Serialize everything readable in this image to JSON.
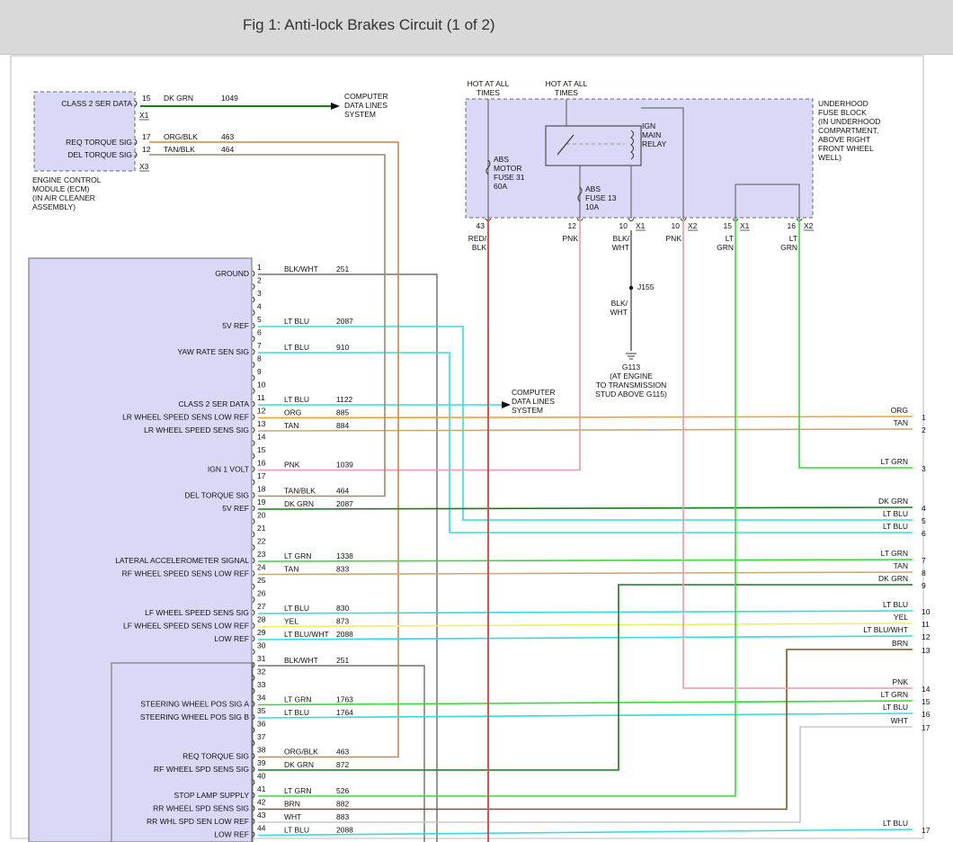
{
  "page": {
    "title": "Fig 1: Anti-lock Brakes Circuit (1 of 2)"
  },
  "colors": {
    "dk_grn": "#1a7a1a",
    "org_blk": "#c8874a",
    "tan_blk": "#a08a6a",
    "red_blk": "#d9534f",
    "pnk": "#e89aa8",
    "lt_grn": "#33dd33",
    "lt_blu": "#33dddd",
    "org": "#f5a030",
    "tan": "#c9a878",
    "yel": "#f0f060",
    "brn": "#7a5a20",
    "wht": "#c8c8c8",
    "gray": "#555555",
    "module_fill": "#d9d9f7"
  },
  "ecm": {
    "title": [
      "ENGINE CONTROL",
      "MODULE (ECM)",
      "(IN AIR CLEANER",
      "ASSEMBLY)"
    ],
    "connector_x1": "X1",
    "connector_x3": "X3",
    "pins": [
      {
        "name": "CLASS 2 SER DATA",
        "pin": "15",
        "color": "DK GRN",
        "circuit": "1049"
      },
      {
        "name": "REQ TORQUE SIG",
        "pin": "17",
        "color": "ORG/BLK",
        "circuit": "463"
      },
      {
        "name": "DEL TORQUE SIG",
        "pin": "12",
        "color": "TAN/BLK",
        "circuit": "464"
      }
    ],
    "destination": [
      "COMPUTER",
      "DATA LINES",
      "SYSTEM"
    ]
  },
  "fuse_block": {
    "label": [
      "UNDERHOOD",
      "FUSE BLOCK",
      "(IN UNDERHOOD",
      "COMPARTMENT,",
      "ABOVE RIGHT",
      "FRONT WHEEL",
      "WELL)"
    ],
    "hot1": [
      "HOT AT ALL",
      "TIMES"
    ],
    "hot2": [
      "HOT AT ALL",
      "TIMES"
    ],
    "fuse31": [
      "ABS",
      "MOTOR",
      "FUSE 31",
      "60A"
    ],
    "fuse13": [
      "ABS",
      "FUSE 13",
      "10A"
    ],
    "relay": [
      "IGN",
      "MAIN",
      "RELAY"
    ],
    "outputs": [
      {
        "pin": "43",
        "conn": "",
        "color": "RED/ BLK"
      },
      {
        "pin": "12",
        "conn": "",
        "color": "PNK"
      },
      {
        "pin": "10",
        "conn": "X1",
        "color": "BLK/ WHT"
      },
      {
        "pin": "10",
        "conn": "X2",
        "color": "PNK"
      },
      {
        "pin": "15",
        "conn": "X1",
        "color": "LT GRN"
      },
      {
        "pin": "16",
        "conn": "X2",
        "color": "LT GRN"
      }
    ]
  },
  "ground": {
    "splice": "J155",
    "wire_color": "BLK/ WHT",
    "label": [
      "G113",
      "(AT ENGINE",
      "TO TRANSMISSION",
      "STUD ABOVE G115)"
    ]
  },
  "ebcm_destination": [
    "COMPUTER",
    "DATA LINES",
    "SYSTEM"
  ],
  "ebcm_pins": [
    {
      "pin": "1",
      "name": "GROUND",
      "color": "BLK/WHT",
      "circuit": "251"
    },
    {
      "pin": "2",
      "name": "",
      "color": "",
      "circuit": ""
    },
    {
      "pin": "3",
      "name": "",
      "color": "",
      "circuit": ""
    },
    {
      "pin": "4",
      "name": "",
      "color": "",
      "circuit": ""
    },
    {
      "pin": "5",
      "name": "5V REF",
      "color": "LT BLU",
      "circuit": "2087"
    },
    {
      "pin": "6",
      "name": "",
      "color": "",
      "circuit": ""
    },
    {
      "pin": "7",
      "name": "YAW RATE SEN SIG",
      "color": "LT BLU",
      "circuit": "910"
    },
    {
      "pin": "8",
      "name": "",
      "color": "",
      "circuit": ""
    },
    {
      "pin": "9",
      "name": "",
      "color": "",
      "circuit": ""
    },
    {
      "pin": "10",
      "name": "",
      "color": "",
      "circuit": ""
    },
    {
      "pin": "11",
      "name": "CLASS 2 SER DATA",
      "color": "LT BLU",
      "circuit": "1122"
    },
    {
      "pin": "12",
      "name": "LR WHEEL SPEED SENS LOW REF",
      "color": "ORG",
      "circuit": "885"
    },
    {
      "pin": "13",
      "name": "LR WHEEL SPEED SENS SIG",
      "color": "TAN",
      "circuit": "884"
    },
    {
      "pin": "14",
      "name": "",
      "color": "",
      "circuit": ""
    },
    {
      "pin": "15",
      "name": "",
      "color": "",
      "circuit": ""
    },
    {
      "pin": "16",
      "name": "IGN 1 VOLT",
      "color": "PNK",
      "circuit": "1039"
    },
    {
      "pin": "17",
      "name": "",
      "color": "",
      "circuit": ""
    },
    {
      "pin": "18",
      "name": "DEL TORQUE SIG",
      "color": "TAN/BLK",
      "circuit": "464"
    },
    {
      "pin": "19",
      "name": "5V REF",
      "color": "DK GRN",
      "circuit": "2087"
    },
    {
      "pin": "20",
      "name": "",
      "color": "",
      "circuit": ""
    },
    {
      "pin": "21",
      "name": "",
      "color": "",
      "circuit": ""
    },
    {
      "pin": "22",
      "name": "",
      "color": "",
      "circuit": ""
    },
    {
      "pin": "23",
      "name": "LATERAL ACCELEROMETER SIGNAL",
      "color": "LT GRN",
      "circuit": "1338"
    },
    {
      "pin": "24",
      "name": "RF WHEEL SPEED SENS LOW REF",
      "color": "TAN",
      "circuit": "833"
    },
    {
      "pin": "25",
      "name": "",
      "color": "",
      "circuit": ""
    },
    {
      "pin": "26",
      "name": "",
      "color": "",
      "circuit": ""
    },
    {
      "pin": "27",
      "name": "LF WHEEL SPEED SENS SIG",
      "color": "LT BLU",
      "circuit": "830"
    },
    {
      "pin": "28",
      "name": "LF WHEEL SPEED SENS LOW REF",
      "color": "YEL",
      "circuit": "873"
    },
    {
      "pin": "29",
      "name": "LOW REF",
      "color": "LT BLU/WHT",
      "circuit": "2088"
    },
    {
      "pin": "30",
      "name": "",
      "color": "",
      "circuit": ""
    },
    {
      "pin": "31",
      "name": "",
      "color": "BLK/WHT",
      "circuit": "251"
    },
    {
      "pin": "32",
      "name": "",
      "color": "",
      "circuit": ""
    },
    {
      "pin": "33",
      "name": "",
      "color": "",
      "circuit": ""
    },
    {
      "pin": "34",
      "name": "STEERING WHEEL POS SIG A",
      "color": "LT GRN",
      "circuit": "1763"
    },
    {
      "pin": "35",
      "name": "STEERING WHEEL POS SIG B",
      "color": "LT BLU",
      "circuit": "1764"
    },
    {
      "pin": "36",
      "name": "",
      "color": "",
      "circuit": ""
    },
    {
      "pin": "37",
      "name": "",
      "color": "",
      "circuit": ""
    },
    {
      "pin": "38",
      "name": "REQ TORQUE SIG",
      "color": "ORG/BLK",
      "circuit": "463"
    },
    {
      "pin": "39",
      "name": "RF WHEEL SPD SENS SIG",
      "color": "DK GRN",
      "circuit": "872"
    },
    {
      "pin": "40",
      "name": "",
      "color": "",
      "circuit": ""
    },
    {
      "pin": "41",
      "name": "STOP LAMP SUPPLY",
      "color": "LT GRN",
      "circuit": "526"
    },
    {
      "pin": "42",
      "name": "RR WHEEL SPD SENS SIG",
      "color": "BRN",
      "circuit": "882"
    },
    {
      "pin": "43",
      "name": "RR WHL SPD SEN LOW REF",
      "color": "WHT",
      "circuit": "883"
    },
    {
      "pin": "44",
      "name": "LOW REF",
      "color": "LT BLU",
      "circuit": "2088"
    }
  ],
  "right_labels": [
    {
      "num": "1",
      "color": "ORG"
    },
    {
      "num": "2",
      "color": "TAN"
    },
    {
      "num": "3",
      "color": "LT GRN"
    },
    {
      "num": "4",
      "color": "DK GRN"
    },
    {
      "num": "5",
      "color": "LT BLU"
    },
    {
      "num": "6",
      "color": "LT BLU"
    },
    {
      "num": "7",
      "color": "LT GRN"
    },
    {
      "num": "8",
      "color": "TAN"
    },
    {
      "num": "9",
      "color": "DK GRN"
    },
    {
      "num": "10",
      "color": "LT BLU"
    },
    {
      "num": "11",
      "color": "YEL"
    },
    {
      "num": "12",
      "color": "LT BLU/WHT"
    },
    {
      "num": "13",
      "color": "BRN"
    },
    {
      "num": "14",
      "color": "PNK"
    },
    {
      "num": "15",
      "color": "LT GRN"
    },
    {
      "num": "16",
      "color": "LT BLU"
    },
    {
      "num": "17",
      "color": "WHT"
    },
    {
      "num": "17",
      "color": "LT BLU"
    }
  ]
}
